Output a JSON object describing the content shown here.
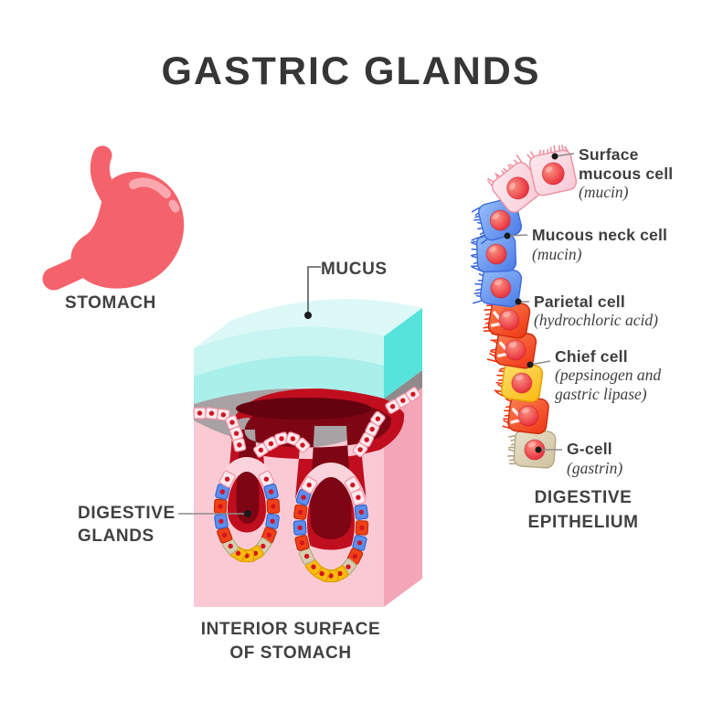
{
  "title": "GASTRIC GLANDS",
  "stomach": {
    "label": "STOMACH"
  },
  "block": {
    "mucus_label": "MUCUS",
    "glands_lines": [
      "DIGESTIVE",
      "GLANDS"
    ],
    "caption_lines": [
      "INTERIOR SURFACE",
      "OF STOMACH"
    ]
  },
  "epithelium": {
    "caption_lines": [
      "DIGESTIVE",
      "EPITHELIUM"
    ],
    "cells": [
      {
        "type": "surface-mucous"
      },
      {
        "type": "surface-mucous"
      },
      {
        "type": "mucous-neck"
      },
      {
        "type": "mucous-neck"
      },
      {
        "type": "mucous-neck"
      },
      {
        "type": "parietal"
      },
      {
        "type": "parietal"
      },
      {
        "type": "chief"
      },
      {
        "type": "parietal"
      },
      {
        "type": "g-cell"
      }
    ],
    "labels": [
      {
        "id": "surface-mucous-cell",
        "name_lines": [
          "Surface",
          "mucous cell"
        ],
        "secretion_lines": [
          "(mucin)"
        ]
      },
      {
        "id": "mucous-neck-cell",
        "name_lines": [
          "Mucous neck cell"
        ],
        "secretion_lines": [
          "(mucin)"
        ]
      },
      {
        "id": "parietal-cell",
        "name_lines": [
          "Parietal cell"
        ],
        "secretion_lines": [
          "(hydrochloric acid)"
        ]
      },
      {
        "id": "chief-cell",
        "name_lines": [
          "Chief cell"
        ],
        "secretion_lines": [
          "(pepsinogen and",
          "gastric lipase)"
        ]
      },
      {
        "id": "g-cell",
        "name_lines": [
          "G-cell"
        ],
        "secretion_lines": [
          "(gastrin)"
        ]
      }
    ]
  },
  "palette": {
    "coral": "#F4626C",
    "glossWhite": "#FFFFFF",
    "titleText": "#363636",
    "captionText": "#414141",
    "labelText": "#3E3E3E",
    "secretionText": "#3F3F3F",
    "leaderLine": "#8C8C8C",
    "leaderDot": "#1A1A1A",
    "mucusTop": "#DCF8F7",
    "mucusFront": "#A9EFEA",
    "mucusFrontHi": "#C8F5F2",
    "mucusSide": "#55E3DB",
    "tissueFront": "#FAC9D4",
    "tissueSide": "#F3A6B7",
    "grayFront": "#A8A2A4",
    "graySide": "#908A8D",
    "cryptOuter": "#C00E1E",
    "cryptInner": "#7E0513",
    "cryptDark": "#640210",
    "ringHalo": "#FBD3DD",
    "cellPinkHi": "#FCE9EE",
    "cellPinkLo": "#F8C9D6",
    "pinkCellStroke": "#EF8FA0",
    "blueHi": "#97BEFA",
    "blueLo": "#4A7BE8",
    "blueStroke": "#3E6BD8",
    "redHi": "#FB8154",
    "redLo": "#EE3513",
    "redStroke": "#CB2A0C",
    "yellowHi": "#FFE070",
    "yellowLo": "#FBB90E",
    "yellowStroke": "#E59A00",
    "beigeHi": "#E9E2CC",
    "beigeLo": "#CEC19E",
    "beigeStroke": "#B3A683",
    "nucleusHi": "#FA9383",
    "nucleusLo": "#E51A2C",
    "nucleusStroke": "#C01425",
    "smallDot": "#D41420",
    "smallPinkFill": "#FDE9ED",
    "smallPinkStroke": "#EF8FA0",
    "smallBlueFill": "#5C8DEF",
    "smallBlueStroke": "#3763C9",
    "smallRedFill": "#F04018",
    "smallRedStroke": "#C02C08",
    "smallYellowFill": "#FBBC12",
    "smallYellowStroke": "#DE9A00",
    "smallBeigeFill": "#D8CEB2",
    "smallBeigeStroke": "#B3A683"
  }
}
